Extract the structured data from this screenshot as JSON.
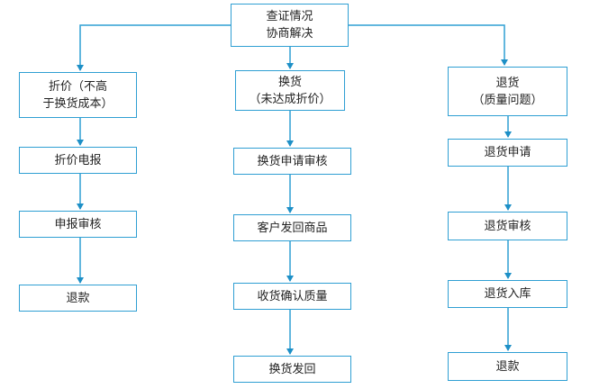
{
  "root": "查证情况\n协商解决",
  "branches": [
    {
      "head": "折价（不高\n于换货成本）",
      "steps": [
        "折价电报",
        "申报审核",
        "退款"
      ]
    },
    {
      "head": "换货\n（未达成折价）",
      "steps": [
        "换货申请审核",
        "客户发回商品",
        "收货确认质量",
        "换货发回"
      ]
    },
    {
      "head": "退货\n（质量问题）",
      "steps": [
        "退货申请",
        "退货审核",
        "退货入库",
        "退款"
      ]
    }
  ],
  "colors": {
    "line": "#2f9fd3",
    "arrow": "#1d8fc6"
  }
}
